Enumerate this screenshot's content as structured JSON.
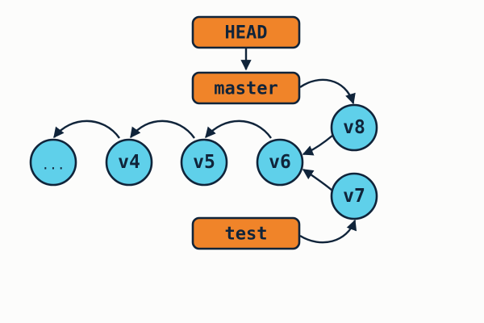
{
  "refs": {
    "head": "HEAD",
    "master": "master",
    "test": "test"
  },
  "commits": {
    "ellipsis": "...",
    "v4": "v4",
    "v5": "v5",
    "v6": "v6",
    "v7": "v7",
    "v8": "v8"
  },
  "colors": {
    "commit_fill": "#5fd0ea",
    "ref_fill": "#f08429",
    "outline": "#10243a",
    "background": "#fcfcfb"
  }
}
